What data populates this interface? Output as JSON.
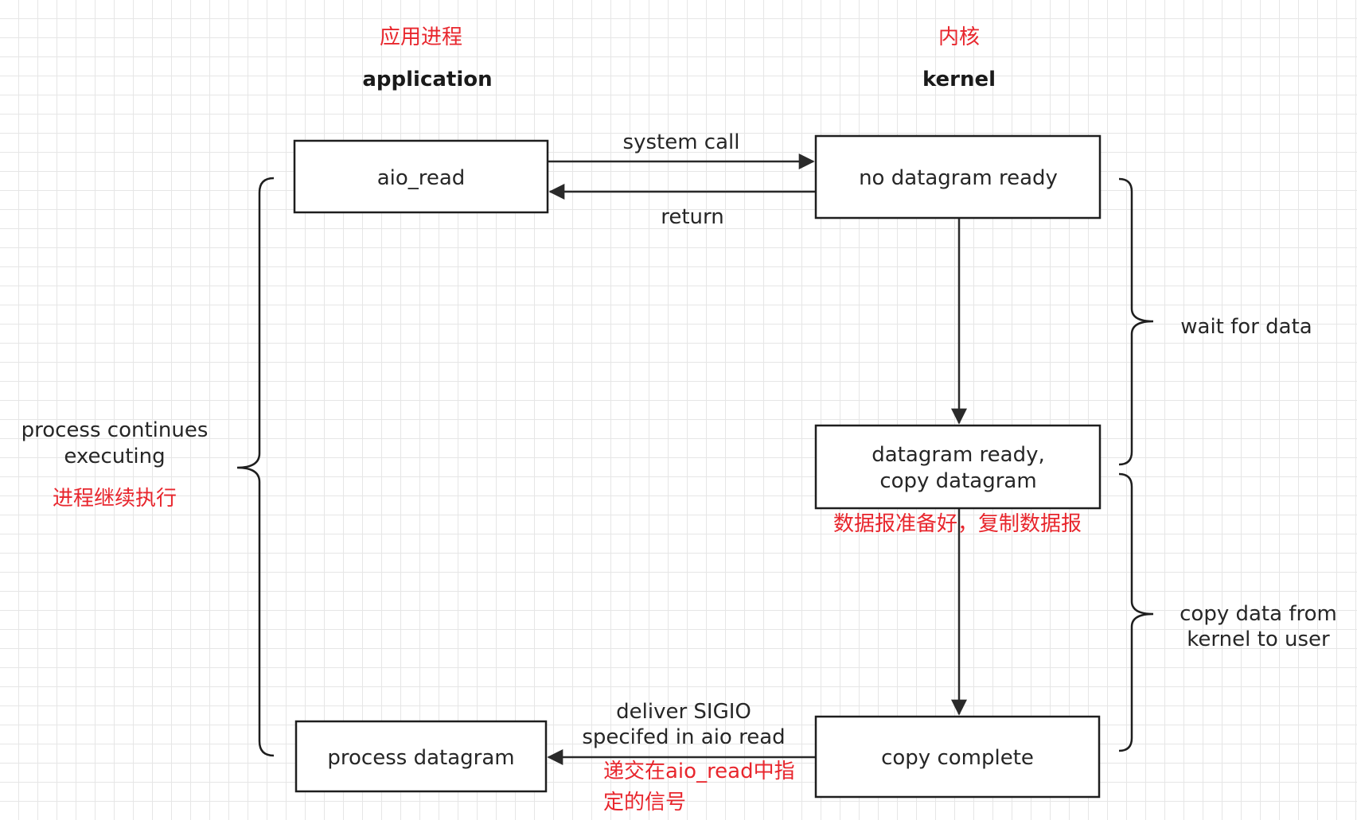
{
  "header": {
    "app_zh": "应用进程",
    "app_en": "application",
    "kernel_zh": "内核",
    "kernel_en": "kernel"
  },
  "nodes": {
    "aio_read": "aio_read",
    "no_datagram": "no datagram ready",
    "datagram_ready_1": "datagram ready,",
    "datagram_ready_2": "copy datagram",
    "copy_complete": "copy complete",
    "process_datagram": "process datagram"
  },
  "edges": {
    "system_call": "system call",
    "return": "return",
    "deliver_1": "deliver SIGIO",
    "deliver_2": "specifed in aio read",
    "deliver_zh_1": "递交在aio_read中指",
    "deliver_zh_2": "定的信号"
  },
  "annotations": {
    "datagram_ready_zh": "数据报准备好，复制数据报",
    "wait_for_data": "wait for data",
    "copy_data_1": "copy data from",
    "copy_data_2": "kernel to user",
    "process_continues_1": "process continues",
    "process_continues_2": "executing",
    "process_continues_zh": "进程继续执行"
  },
  "colors": {
    "accent_red": "#e8262d",
    "stroke": "#1e1e1e"
  }
}
